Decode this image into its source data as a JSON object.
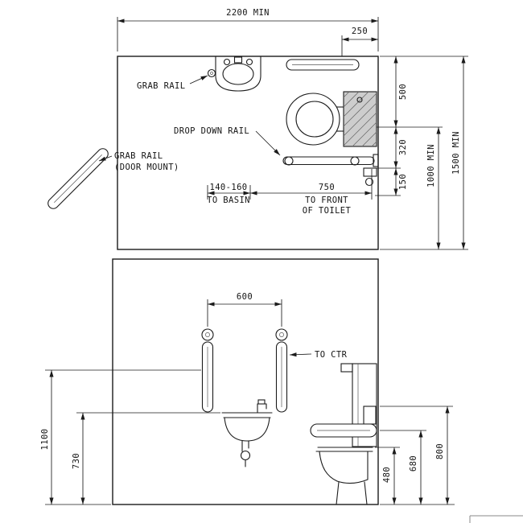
{
  "colors": {
    "line": "#1b1b1b",
    "text": "#141414",
    "background": "#ffffff",
    "cistern_fill": "#cdcdcd"
  },
  "plan": {
    "dim_2200": "2200 MIN",
    "dim_250": "250",
    "dim_500": "500",
    "dim_320": "320",
    "dim_150": "150",
    "dim_1000": "1000 MIN",
    "dim_1500": "1500 MIN",
    "label_grab_rail": "GRAB RAIL",
    "label_drop_down_rail": "DROP DOWN RAIL",
    "label_door_grab_rail_line1": "GRAB RAIL",
    "label_door_grab_rail_line2": "(DOOR MOUNT)",
    "dim_basin_value": "140-160",
    "dim_basin_label": "TO BASIN",
    "dim_toilet_value": "750",
    "dim_toilet_label_line1": "TO FRONT",
    "dim_toilet_label_line2": "OF TOILET"
  },
  "elevation": {
    "dim_600": "600",
    "label_to_ctr": "TO CTR",
    "dim_1100": "1100",
    "dim_730": "730",
    "dim_480": "480",
    "dim_680": "680",
    "dim_800": "800"
  }
}
